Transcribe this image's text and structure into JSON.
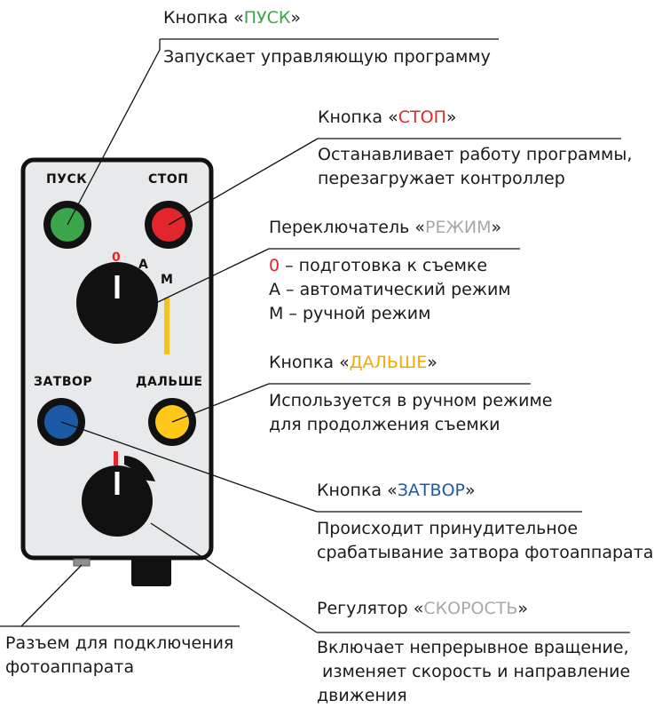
{
  "colors": {
    "green": "#3aa54a",
    "red": "#e3262d",
    "blue": "#1d5aa6",
    "yellow": "#ffc91a",
    "gray_text": "#a8a8a8",
    "panel_fill": "#e8e9ea",
    "yellow_bar": "#f5c21b",
    "red_mark": "#e3262d"
  },
  "panel": {
    "label_pusk": "ПУСК",
    "label_stop": "СТОП",
    "label_zero": "0",
    "label_a": "А",
    "label_m": "М",
    "label_zatvor": "ЗАТВОР",
    "label_dalshe": "ДАЛЬШЕ"
  },
  "callouts": {
    "pusk": {
      "prefix": "Кнопка «",
      "name": "ПУСК",
      "suffix": "»",
      "desc1": "Запускает управляющую программу"
    },
    "stop": {
      "prefix": "Кнопка «",
      "name": "СТОП",
      "suffix": "»",
      "desc1": "Останавливает работу программы,",
      "desc2": "перезагружает контроллер"
    },
    "rezhim": {
      "prefix": "Переключатель «",
      "name": "РЕЖИМ",
      "suffix": "»",
      "line1_zero": "0",
      "line1_rest": " – подготовка к съемке",
      "line2": "А – автоматический режим",
      "line3": "М – ручной режим"
    },
    "dalshe": {
      "prefix": "Кнопка «",
      "name": "ДАЛЬШЕ",
      "suffix": "»",
      "desc1": "Используется в ручном режиме",
      "desc2": "для продолжения съемки"
    },
    "zatvor": {
      "prefix": "Кнопка «",
      "name": "ЗАТВОР",
      "suffix": "»",
      "desc1": "Происходит принудительное",
      "desc2": "срабатывание затвора фотоаппарата"
    },
    "skorost": {
      "prefix": "Регулятор «",
      "name": "СКОРОСТЬ",
      "suffix": "»",
      "desc1": "Включает непрерывное вращение,",
      "desc2": " изменяет скорость и направление",
      "desc3": "движения"
    },
    "razem": {
      "desc1": "Разъем для подключения",
      "desc2": "фотоаппарата"
    }
  }
}
